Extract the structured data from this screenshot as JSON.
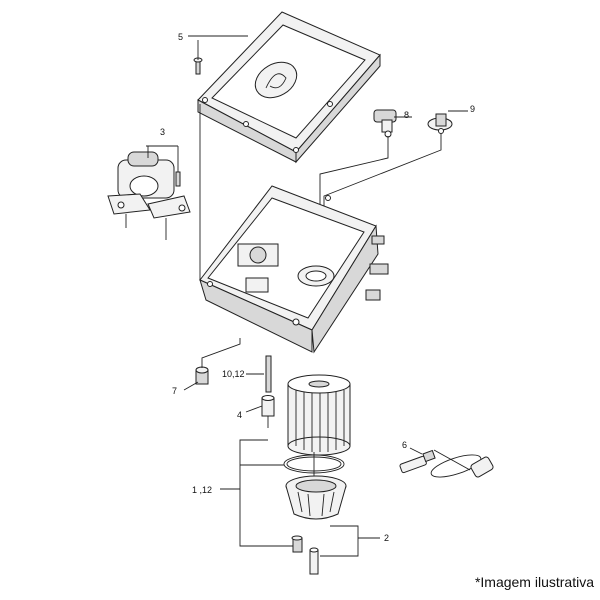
{
  "diagram": {
    "callouts": {
      "c5": "5",
      "c3": "3",
      "c8": "8",
      "c9": "9",
      "c7": "7",
      "c1012": "10,12",
      "c4": "4",
      "c6": "6",
      "c112": "1 ,12",
      "c2": "2"
    },
    "caption": "*Imagem ilustrativa"
  }
}
